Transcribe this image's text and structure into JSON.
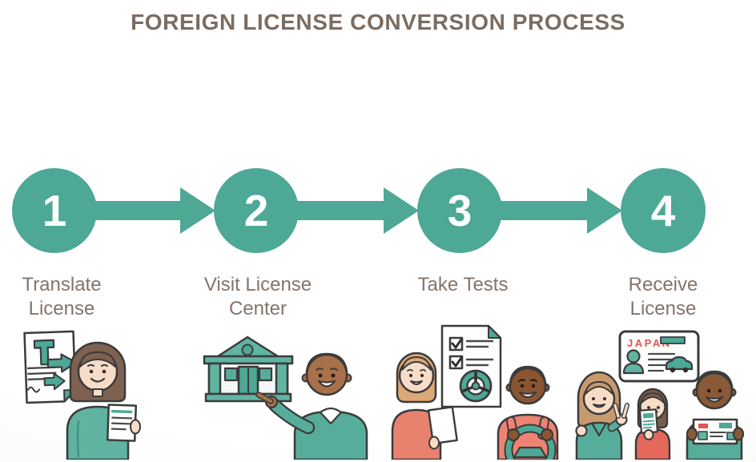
{
  "title": "FOREIGN LICENSE CONVERSION PROCESS",
  "steps": [
    {
      "number": "1",
      "label": "Translate License",
      "label_lines": [
        "Translate",
        "License"
      ],
      "illustration": "document-with-translation-arrows-and-woman-holding-translated-paper"
    },
    {
      "number": "2",
      "label": "Visit License Center",
      "label_lines": [
        "Visit License",
        "Center"
      ],
      "illustration": "teal-government-building-and-man-pointing-at-it"
    },
    {
      "number": "3",
      "label": "Take Tests",
      "label_lines": [
        "Take Tests"
      ],
      "illustration": "test-sheet-with-checkboxes-and-steering-wheel-woman-with-paper-man-driving"
    },
    {
      "number": "4",
      "label": "Receive License",
      "label_lines": [
        "Receive",
        "License"
      ],
      "illustration": "japan-drivers-license-card-and-three-happy-people"
    }
  ],
  "license_card": {
    "country": "JAPAN"
  },
  "colors": {
    "teal": "#4DA896",
    "title_text": "#7C6C60",
    "label_text": "#85746A",
    "coral": "#E8826F",
    "card_red": "#E2574B",
    "outline": "#3B3B3B"
  }
}
